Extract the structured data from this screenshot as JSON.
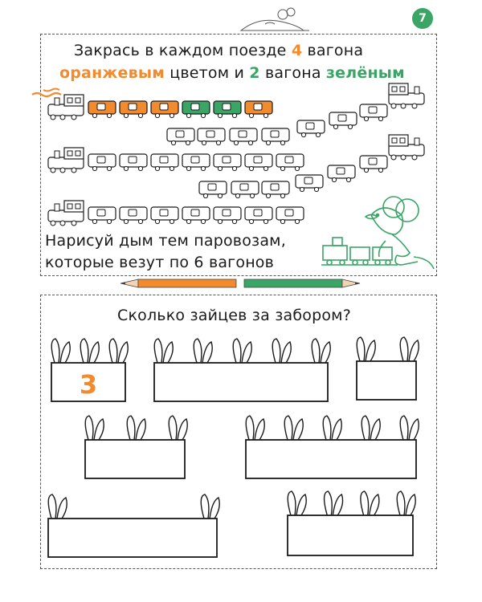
{
  "colors": {
    "orange": "#f28a2e",
    "green": "#3aa565",
    "outline": "#1a1a1a",
    "page_badge": "#3aa565"
  },
  "page": {
    "number": "7"
  },
  "task1": {
    "line1": {
      "before": "Закрась в каждом поезде",
      "num": "4",
      "after": "вагона"
    },
    "line2": {
      "word_orange": "оранжевым",
      "mid": "цветом и",
      "num": "2",
      "after": "вагона",
      "word_green": "зелёным"
    },
    "trains": [
      {
        "cars": 6,
        "colored": [
          "orange",
          "orange",
          "orange",
          "green",
          "green",
          "orange"
        ]
      },
      {
        "cars": 7
      },
      {
        "cars": 7
      },
      {
        "cars": 6
      },
      {
        "cars": 7
      }
    ]
  },
  "task2": {
    "line1": "Нарисуй дым тем паровозам,",
    "line2": "которые везут по 6 вагонов"
  },
  "task3": {
    "question": "Сколько зайцев за забором?",
    "fences": [
      {
        "ears": 3,
        "answer": "3"
      },
      {
        "ears": 5,
        "answer": ""
      },
      {
        "ears": 2,
        "answer": ""
      },
      {
        "ears": 3,
        "answer": ""
      },
      {
        "ears": 5,
        "answer": ""
      },
      {
        "ears": 2,
        "answer": ""
      },
      {
        "ears": 4,
        "answer": ""
      },
      {
        "ears": 4,
        "answer": ""
      }
    ]
  },
  "icons": [
    "mouse-icon",
    "pencil-icon",
    "train-icon"
  ]
}
